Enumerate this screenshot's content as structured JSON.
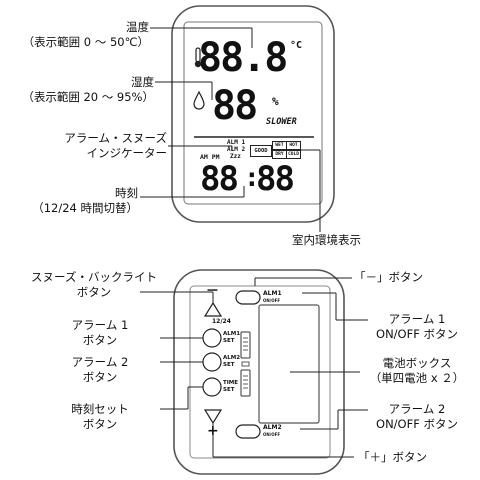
{
  "front": {
    "callouts": {
      "temp_line1": "温度",
      "temp_line2": "（表示範囲 0 ～ 50℃）",
      "humid_line1": "湿度",
      "humid_line2": "（表示範囲 20 ～ 95%）",
      "alarm_line1": "アラーム・スヌーズ",
      "alarm_line2": "インジケーター",
      "time_line1": "時刻",
      "time_line2": "（12/24 時間切替）",
      "env_line1": "室内環境表示"
    },
    "lcd": {
      "temp_digits": "88.8",
      "temp_unit": "°C",
      "humid_digits": "88",
      "humid_unit": "%",
      "brand": "SLOWER",
      "alm1": "ALM 1",
      "alm2": "ALM 2",
      "snooze": "Zzz",
      "ampm": "AM PM",
      "good": "GOOD",
      "wet": "WET",
      "hot": "HOT",
      "dry": "DRY",
      "cold": "COLD",
      "time_left": "88",
      "time_right": "88"
    }
  },
  "back": {
    "callouts": {
      "snooze_line1": "スヌーズ・バックライト",
      "snooze_line2": "ボタン",
      "alarm1_line1": "アラーム 1",
      "alarm1_line2": "ボタン",
      "alarm2_line1": "アラーム 2",
      "alarm2_line2": "ボタン",
      "timeset_line1": "時刻セット",
      "timeset_line2": "ボタン",
      "minus_btn": "「－」ボタン",
      "onoff1_line1": "アラーム 1",
      "onoff1_line2": "ON/OFF ボタン",
      "battery_line1": "電池ボックス",
      "battery_line2": "（単四電池 x ２）",
      "onoff2_line1": "アラーム 2",
      "onoff2_line2": "ON/OFF ボタン",
      "plus_btn": "「＋」ボタン"
    },
    "panel": {
      "minus_sign": "－",
      "plus_sign": "+",
      "mode": "12/24",
      "alm1_set_a": "ALM1",
      "alm1_set_b": "SET",
      "alm2_set_a": "ALM2",
      "alm2_set_b": "SET",
      "time_set_a": "TIME",
      "time_set_b": "SET",
      "alm1_onoff_a": "ALM1",
      "alm1_onoff_b": "ON/OFF",
      "alm2_onoff_a": "ALM2",
      "alm2_onoff_b": "ON/OFF"
    }
  }
}
